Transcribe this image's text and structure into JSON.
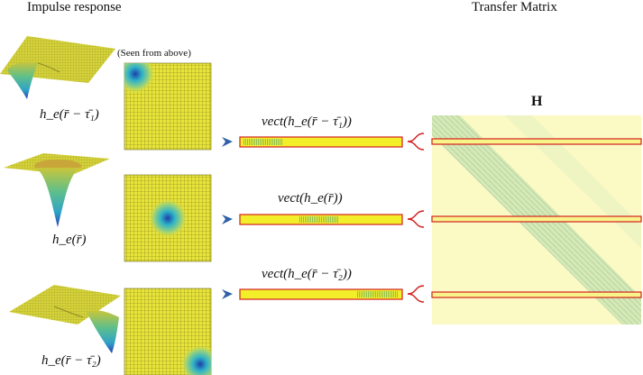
{
  "headers": {
    "impulse": "Impulse response",
    "transfer": "Transfer Matrix"
  },
  "seen_from_above": "(Seen from above)",
  "matrix_label": "H",
  "rows": [
    {
      "surface_label": "h_e(r̄ − τ̄₁)",
      "vect_label": "vect(h_e(r̄ − τ̄₁))",
      "blob_pos": "top-left"
    },
    {
      "surface_label": "h_e(r̄)",
      "vect_label": "vect(h_e(r̄))",
      "blob_pos": "center"
    },
    {
      "surface_label": "h_e(r̄ − τ̄₂)",
      "vect_label": "vect(h_e(r̄ − τ̄₂))",
      "blob_pos": "bottom-right"
    }
  ],
  "colors": {
    "grid_fill": "#e8e43a",
    "grid_line": "#6b6a1e",
    "blob_center": "#1d3fa8",
    "blob_mid": "#2fb3c8",
    "bar_border": "#d42020",
    "arrow": "#2f5fa8",
    "matrix_bg": "#fbf9c4"
  }
}
